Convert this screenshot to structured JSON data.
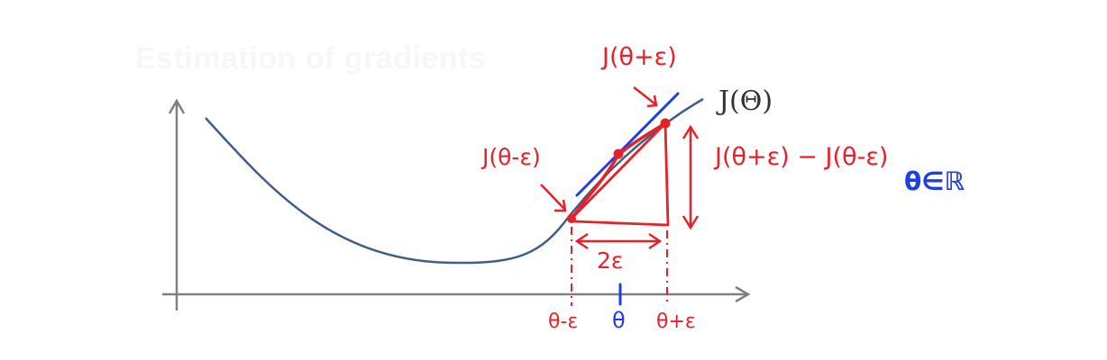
{
  "faded_title": "Estimation of gradients",
  "curve_label": "J(Θ)",
  "annotations": {
    "j_plus": "J(θ+ε)",
    "j_minus": "J(θ-ε)",
    "difference": "J(θ+ε) − J(θ-ε)",
    "width": "2ε",
    "theta_in_r": "θ∈ℝ"
  },
  "x_ticks": {
    "minus": "θ-ε",
    "center": "θ",
    "plus": "θ+ε"
  },
  "colors": {
    "curve": "#3f5f86",
    "axis": "#808080",
    "red_ink": "#e8202a",
    "blue_ink": "#1f3fe0",
    "label": "#333333"
  }
}
